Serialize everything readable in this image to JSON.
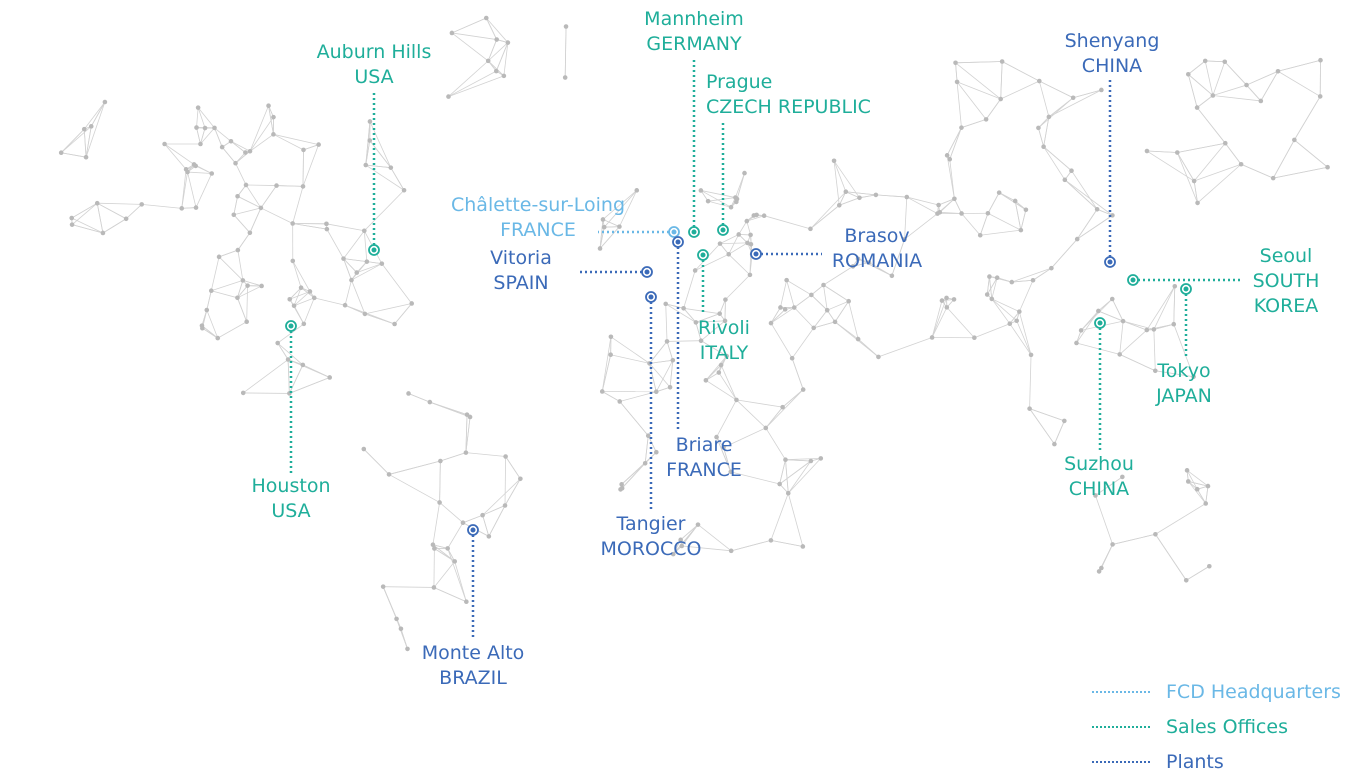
{
  "colors": {
    "headquarters": "#6ab8e6",
    "sales": "#1fae9a",
    "plants": "#3b6ab8",
    "mesh_node": "#b9b9b9",
    "mesh_edge": "#d2d2d2"
  },
  "legend": [
    {
      "label": "FCD Headquarters",
      "kind": "headquarters"
    },
    {
      "label": "Sales Offices",
      "kind": "sales"
    },
    {
      "label": "Plants",
      "kind": "plants"
    }
  ],
  "locations": [
    {
      "city": "Auburn Hills",
      "country": "USA",
      "kind": "sales"
    },
    {
      "city": "Houston",
      "country": "USA",
      "kind": "sales"
    },
    {
      "city": "Monte Alto",
      "country": "BRAZIL",
      "kind": "plants"
    },
    {
      "city": "Mannheim",
      "country": "GERMANY",
      "kind": "sales"
    },
    {
      "city": "Prague",
      "country": "CZECH REPUBLIC",
      "kind": "sales"
    },
    {
      "city": "Châlette-sur-Loing",
      "country": "FRANCE",
      "kind": "headquarters"
    },
    {
      "city": "Vitoria",
      "country": "SPAIN",
      "kind": "plants"
    },
    {
      "city": "Brasov",
      "country": "ROMANIA",
      "kind": "plants"
    },
    {
      "city": "Rivoli",
      "country": "ITALY",
      "kind": "sales"
    },
    {
      "city": "Briare",
      "country": "FRANCE",
      "kind": "plants"
    },
    {
      "city": "Tangier",
      "country": "MOROCCO",
      "kind": "plants"
    },
    {
      "city": "Shenyang",
      "country": "CHINA",
      "kind": "plants"
    },
    {
      "city": "Seoul",
      "country": "SOUTH KOREA",
      "kind": "sales"
    },
    {
      "city": "Tokyo",
      "country": "JAPAN",
      "kind": "sales"
    },
    {
      "city": "Suzhou",
      "country": "CHINA",
      "kind": "sales"
    }
  ]
}
